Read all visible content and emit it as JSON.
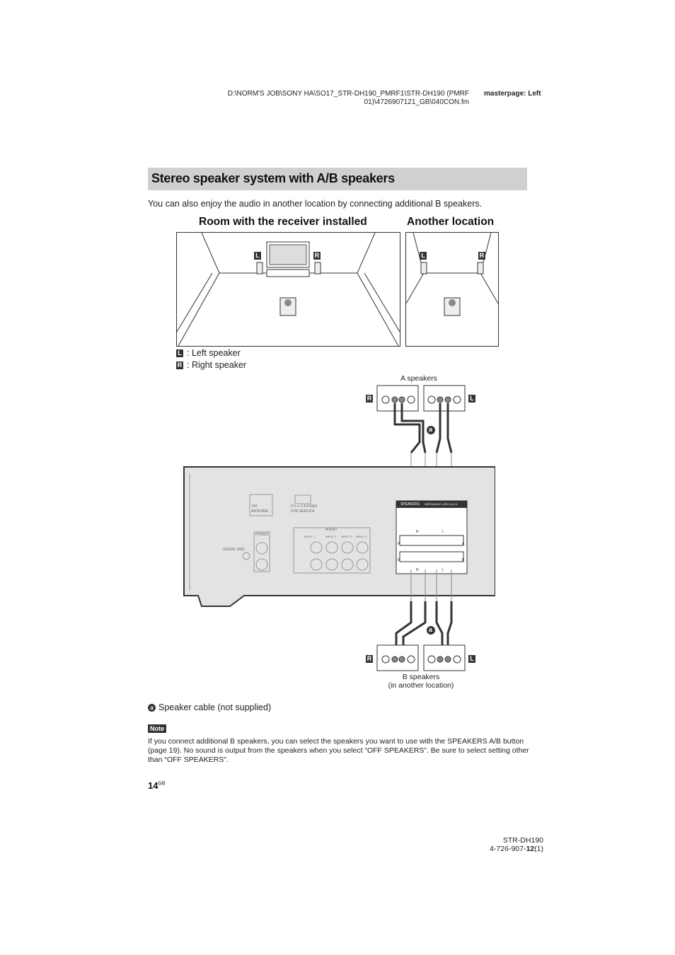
{
  "header": {
    "path_line1": "D:\\NORM'S JOB\\SONY HA\\SO17_STR-DH190_PMRF1\\STR-DH190 (PMRF",
    "path_line2": "01)\\4726907121_GB\\040CON.fm",
    "masterpage": "masterpage: Left"
  },
  "section_title": "Stereo speaker system with A/B speakers",
  "intro": "You can also enjoy the audio in another location by connecting additional B speakers.",
  "rooms": {
    "main_caption": "Room with the receiver installed",
    "other_caption": "Another location",
    "left_badge": "L",
    "right_badge": "R"
  },
  "legend": {
    "left_badge": "L",
    "left_text": ": Left speaker",
    "right_badge": "R",
    "right_text": ": Right speaker"
  },
  "wiring": {
    "a_speakers_label": "A speakers",
    "b_speakers_label_line1": "B speakers",
    "b_speakers_label_line2": "(in another location)",
    "cable_callout": "a",
    "panel": {
      "fm_label": "FM",
      "antenna_label": "ANTENNA",
      "usb_label": "5 V ⎓ 1.5 A MAX",
      "for_service": "FOR SERVICE",
      "phono_label": "PHONO",
      "sig_gnd": "SIGNAL GND",
      "audio_label": "AUDIO",
      "inputs": [
        "INPUT 1",
        "INPUT 2",
        "INPUT 3",
        "INPUT 4"
      ],
      "speakers_label": "SPEAKERS",
      "impedance_label": "IMPEDANCE USE 6-16 Ω",
      "row_a": "A",
      "row_b": "B",
      "ch_r": "R",
      "ch_l": "L"
    }
  },
  "cable_note": {
    "badge": "a",
    "text": "Speaker cable (not supplied)"
  },
  "note": {
    "tag": "Note",
    "text": "If you connect additional B speakers, you can select the speakers you want to use with the SPEAKERS A/B button (page 19). No sound is output from the speakers when you select “OFF SPEAKERS”. Be sure to select setting other than “OFF SPEAKERS”."
  },
  "page": {
    "number": "14",
    "suffix": "GB"
  },
  "footer": {
    "model": "STR-DH190",
    "code_prefix": "4-726-907-",
    "code_bold": "12",
    "code_suffix": "(1)"
  }
}
